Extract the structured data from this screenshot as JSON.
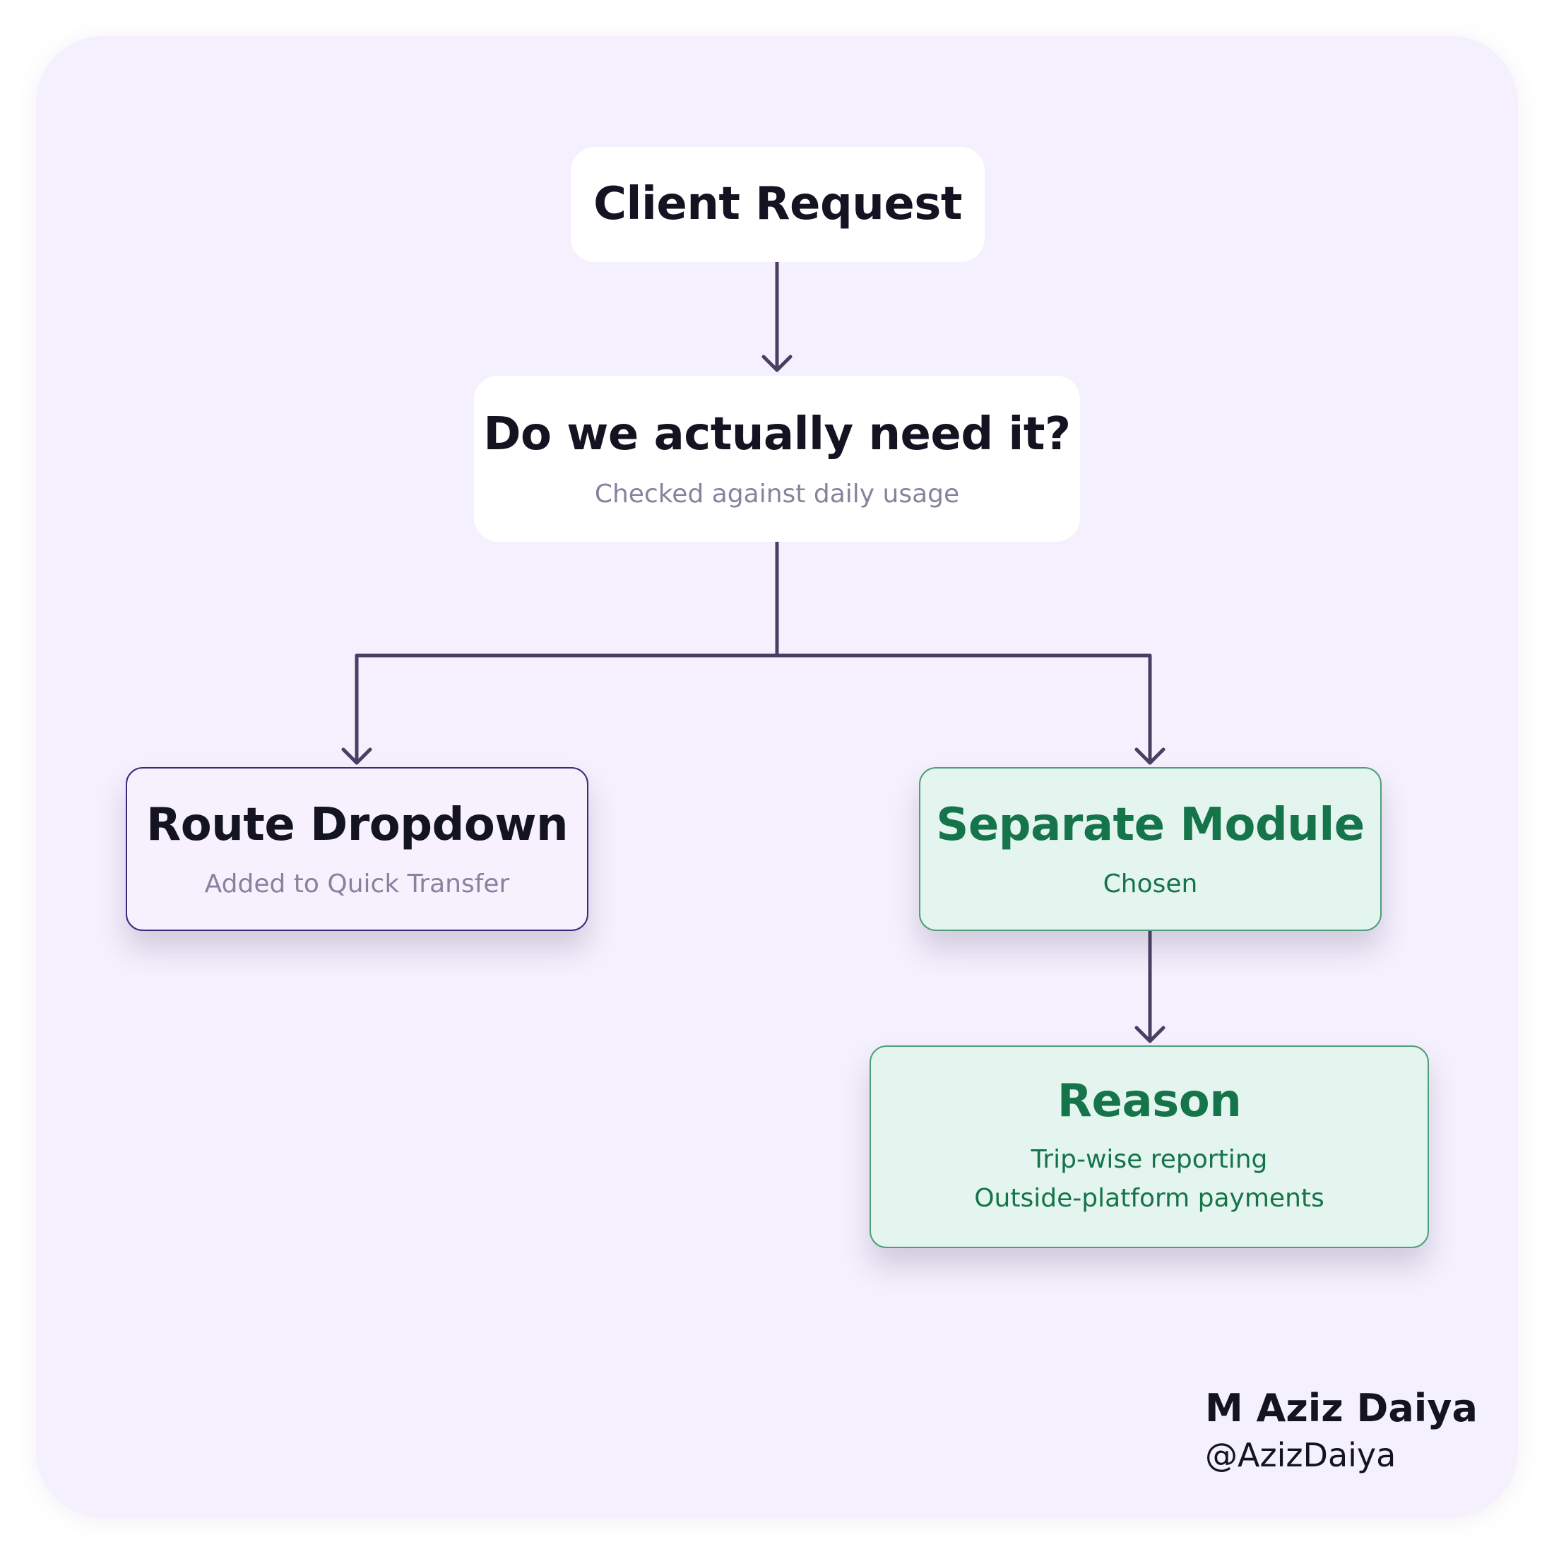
{
  "nodes": {
    "client_request": {
      "title": "Client Request"
    },
    "need_check": {
      "title": "Do we actually need it?",
      "subtitle": "Checked against daily usage"
    },
    "route_dropdown": {
      "title": "Route Dropdown",
      "subtitle": "Added to Quick Transfer"
    },
    "separate_module": {
      "title": "Separate Module",
      "subtitle": "Chosen"
    },
    "reason": {
      "title": "Reason",
      "lines": [
        "Trip-wise reporting",
        "Outside-platform payments"
      ]
    }
  },
  "author": {
    "name": "M Aziz Daiya",
    "handle": "@AzizDaiya"
  },
  "colors": {
    "background": "#f5f0fd",
    "connector": "#4a3f63",
    "dark_text": "#141321",
    "muted_text": "#8a819e",
    "green_text": "#15744a",
    "green_fill": "#e3f5ee",
    "left_border": "#3b2a78"
  }
}
